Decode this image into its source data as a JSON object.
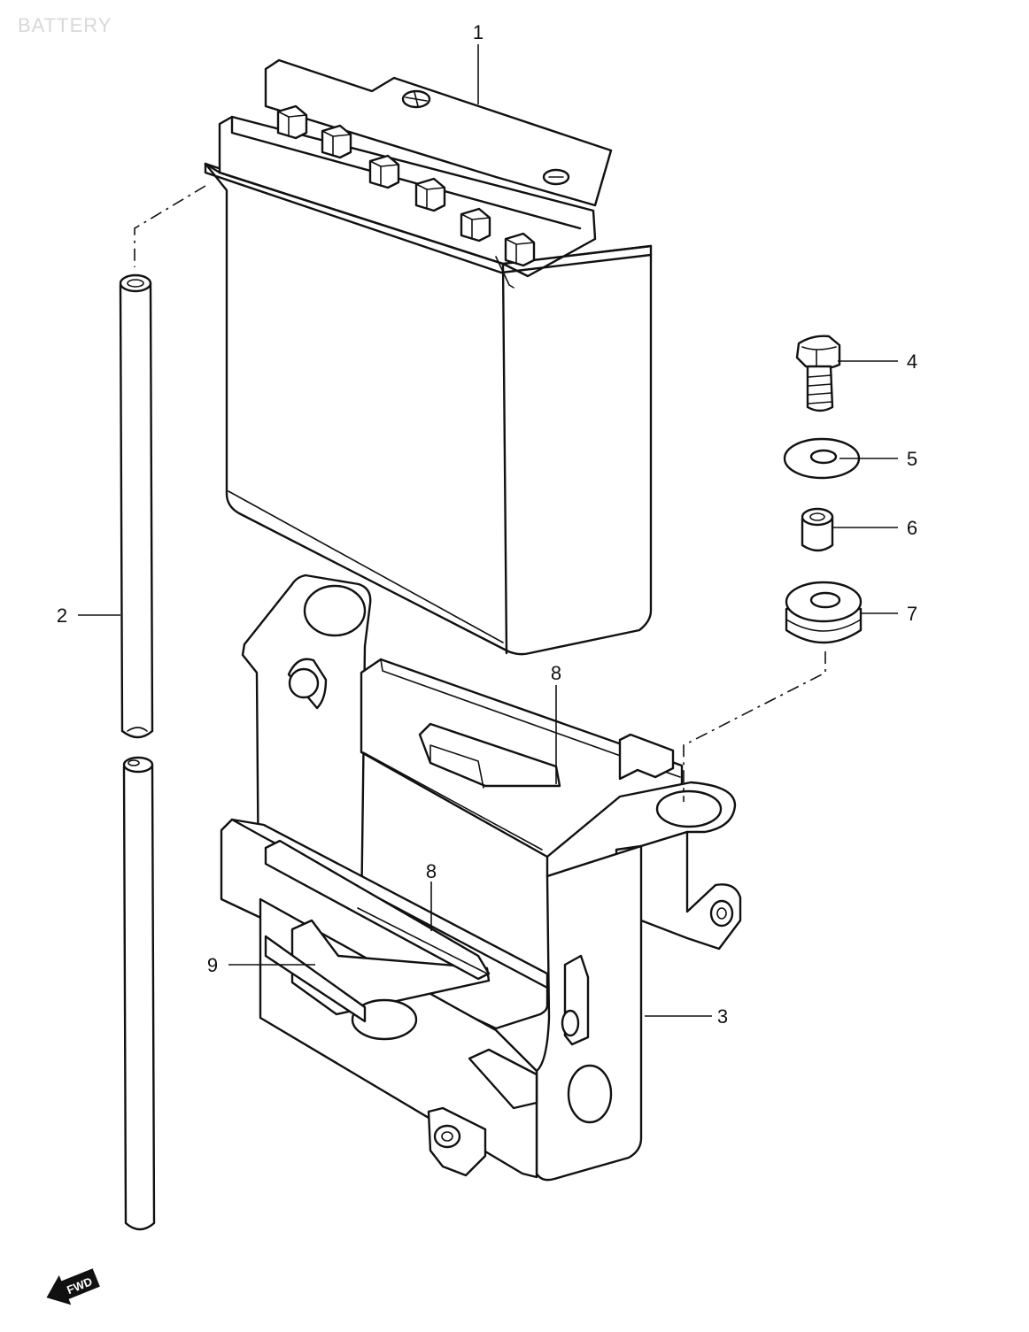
{
  "title": "BATTERY",
  "fwd_label": "FWD",
  "callouts": {
    "battery": "1",
    "breather_hose": "2",
    "battery_holder": "3",
    "bolt": "4",
    "washer": "5",
    "spacer": "6",
    "cushion": "7",
    "pad_upper": "8",
    "pad_lower": "8",
    "pad_side": "9"
  },
  "colors": {
    "line": "#111111",
    "background": "#ffffff",
    "title": "#d8d8d8"
  }
}
